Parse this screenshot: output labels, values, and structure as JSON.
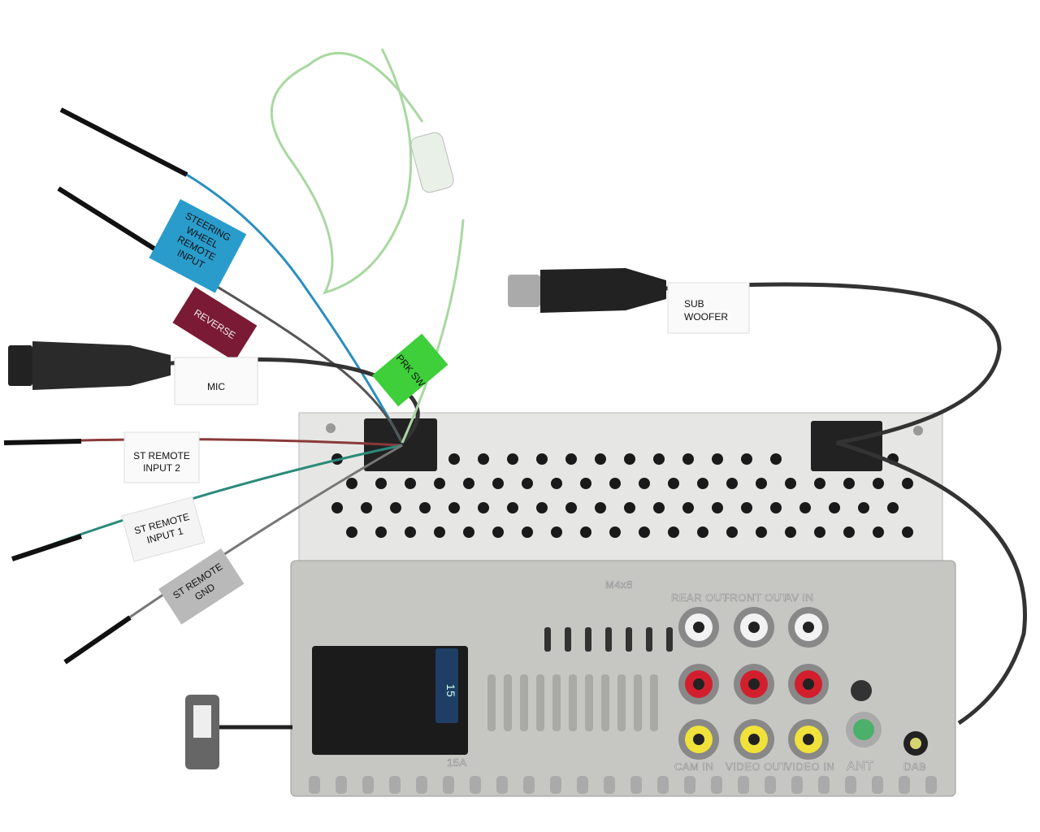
{
  "labels": {
    "steering": [
      "STEERING",
      "WHEEL",
      "REMOTE",
      "INPUT"
    ],
    "reverse": "REVERSE",
    "mic": "MIC",
    "prk_sw": "PRK SW",
    "subwoofer": [
      "SUB",
      "WOOFER"
    ],
    "st_remote_input2": [
      "ST REMOTE",
      "INPUT 2"
    ],
    "st_remote_input1": [
      "ST REMOTE",
      "INPUT 1"
    ],
    "st_remote_gnd": [
      "ST REMOTE",
      "GND"
    ]
  },
  "unit_markings": {
    "screw": "M4x8",
    "rear_out": "REAR OUT",
    "front_out": "FRONT OUT",
    "av_in": "AV IN",
    "cam_in": "CAM IN",
    "video_out": "VIDEO OUT",
    "video_in": "VIDEO IN",
    "ant": "ANT",
    "dab": "DAB",
    "fuse_rating": "15A",
    "fuse": "15"
  },
  "colors": {
    "steering_tag": "#2a9ccc",
    "reverse_tag": "#7a1a34",
    "prk_tag": "#3ecf3a",
    "green_wire": "#a8d8a0",
    "chassis": "#c9c9c6",
    "panel": "#e4e4e2"
  }
}
